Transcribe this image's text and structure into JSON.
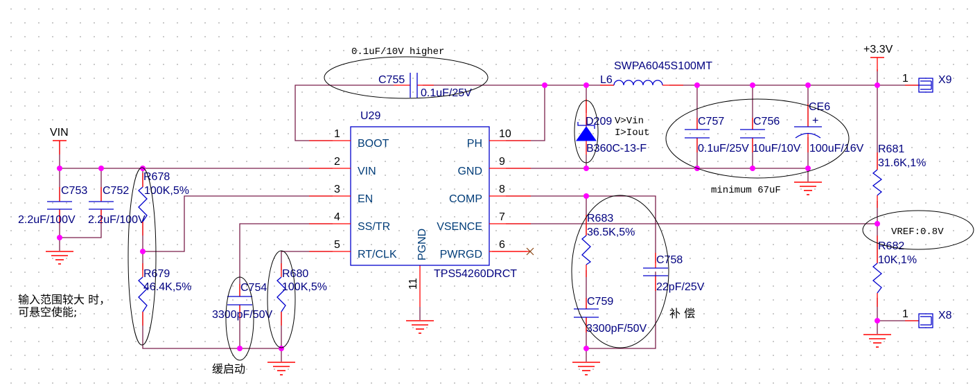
{
  "title": "TPS54260 buck converter schematic (VIN to +3.3V)",
  "nets": {
    "vin": "VIN",
    "out": "+3.3V"
  },
  "ic": {
    "ref": "U29",
    "part": "TPS54260DRCT",
    "pins_left": [
      {
        "num": "1",
        "name": "BOOT"
      },
      {
        "num": "2",
        "name": "VIN"
      },
      {
        "num": "3",
        "name": "EN"
      },
      {
        "num": "4",
        "name": "SS/TR"
      },
      {
        "num": "5",
        "name": "RT/CLK"
      }
    ],
    "pins_right": [
      {
        "num": "10",
        "name": "PH"
      },
      {
        "num": "9",
        "name": "GND"
      },
      {
        "num": "8",
        "name": "COMP"
      },
      {
        "num": "7",
        "name": "VSENCE"
      },
      {
        "num": "6",
        "name": "PWRGD"
      }
    ],
    "pin_bottom": {
      "num": "11",
      "name": "PGND"
    }
  },
  "components": {
    "c753": {
      "ref": "C753",
      "value": "2.2uF/100V"
    },
    "c752": {
      "ref": "C752",
      "value": "2.2uF/100V"
    },
    "r678": {
      "ref": "R678",
      "value": "100K,5%"
    },
    "r679": {
      "ref": "R679",
      "value": "46.4K,5%"
    },
    "c754": {
      "ref": "C754",
      "value": "3300pF/50V"
    },
    "r680": {
      "ref": "R680",
      "value": "100K,5%"
    },
    "c755": {
      "ref": "C755",
      "value": "0.1uF/25V"
    },
    "l6": {
      "ref": "L6",
      "value": "SWPA6045S100MT"
    },
    "d209": {
      "ref": "D209",
      "value": "B360C-13-F"
    },
    "c757": {
      "ref": "C757",
      "value": "0.1uF/25V"
    },
    "c756": {
      "ref": "C756",
      "value": "10uF/10V"
    },
    "ce6": {
      "ref": "CE6",
      "value": "100uF/16V",
      "polarity": "+"
    },
    "r683": {
      "ref": "R683",
      "value": "36.5K,5%"
    },
    "c759": {
      "ref": "C759",
      "value": "3300pF/50V"
    },
    "c758": {
      "ref": "C758",
      "value": "22pF/25V"
    },
    "r681": {
      "ref": "R681",
      "value": "31.6K,1%"
    },
    "r682": {
      "ref": "R682",
      "value": "10K,1%"
    },
    "x9": {
      "ref": "X9",
      "pin": "1"
    },
    "x8": {
      "ref": "X8",
      "pin": "1"
    }
  },
  "notes": {
    "boot_cap": "0.1uF/10V higher",
    "diode_1": "V>Vin",
    "diode_2": "I>Iout",
    "out_caps": "minimum 67uF",
    "vref": "VREF:0.8V",
    "enable_1": "输入范围较大  时，",
    "enable_2": "可悬空使能;",
    "soft_start": "缓启动",
    "compensation": "补 偿"
  }
}
